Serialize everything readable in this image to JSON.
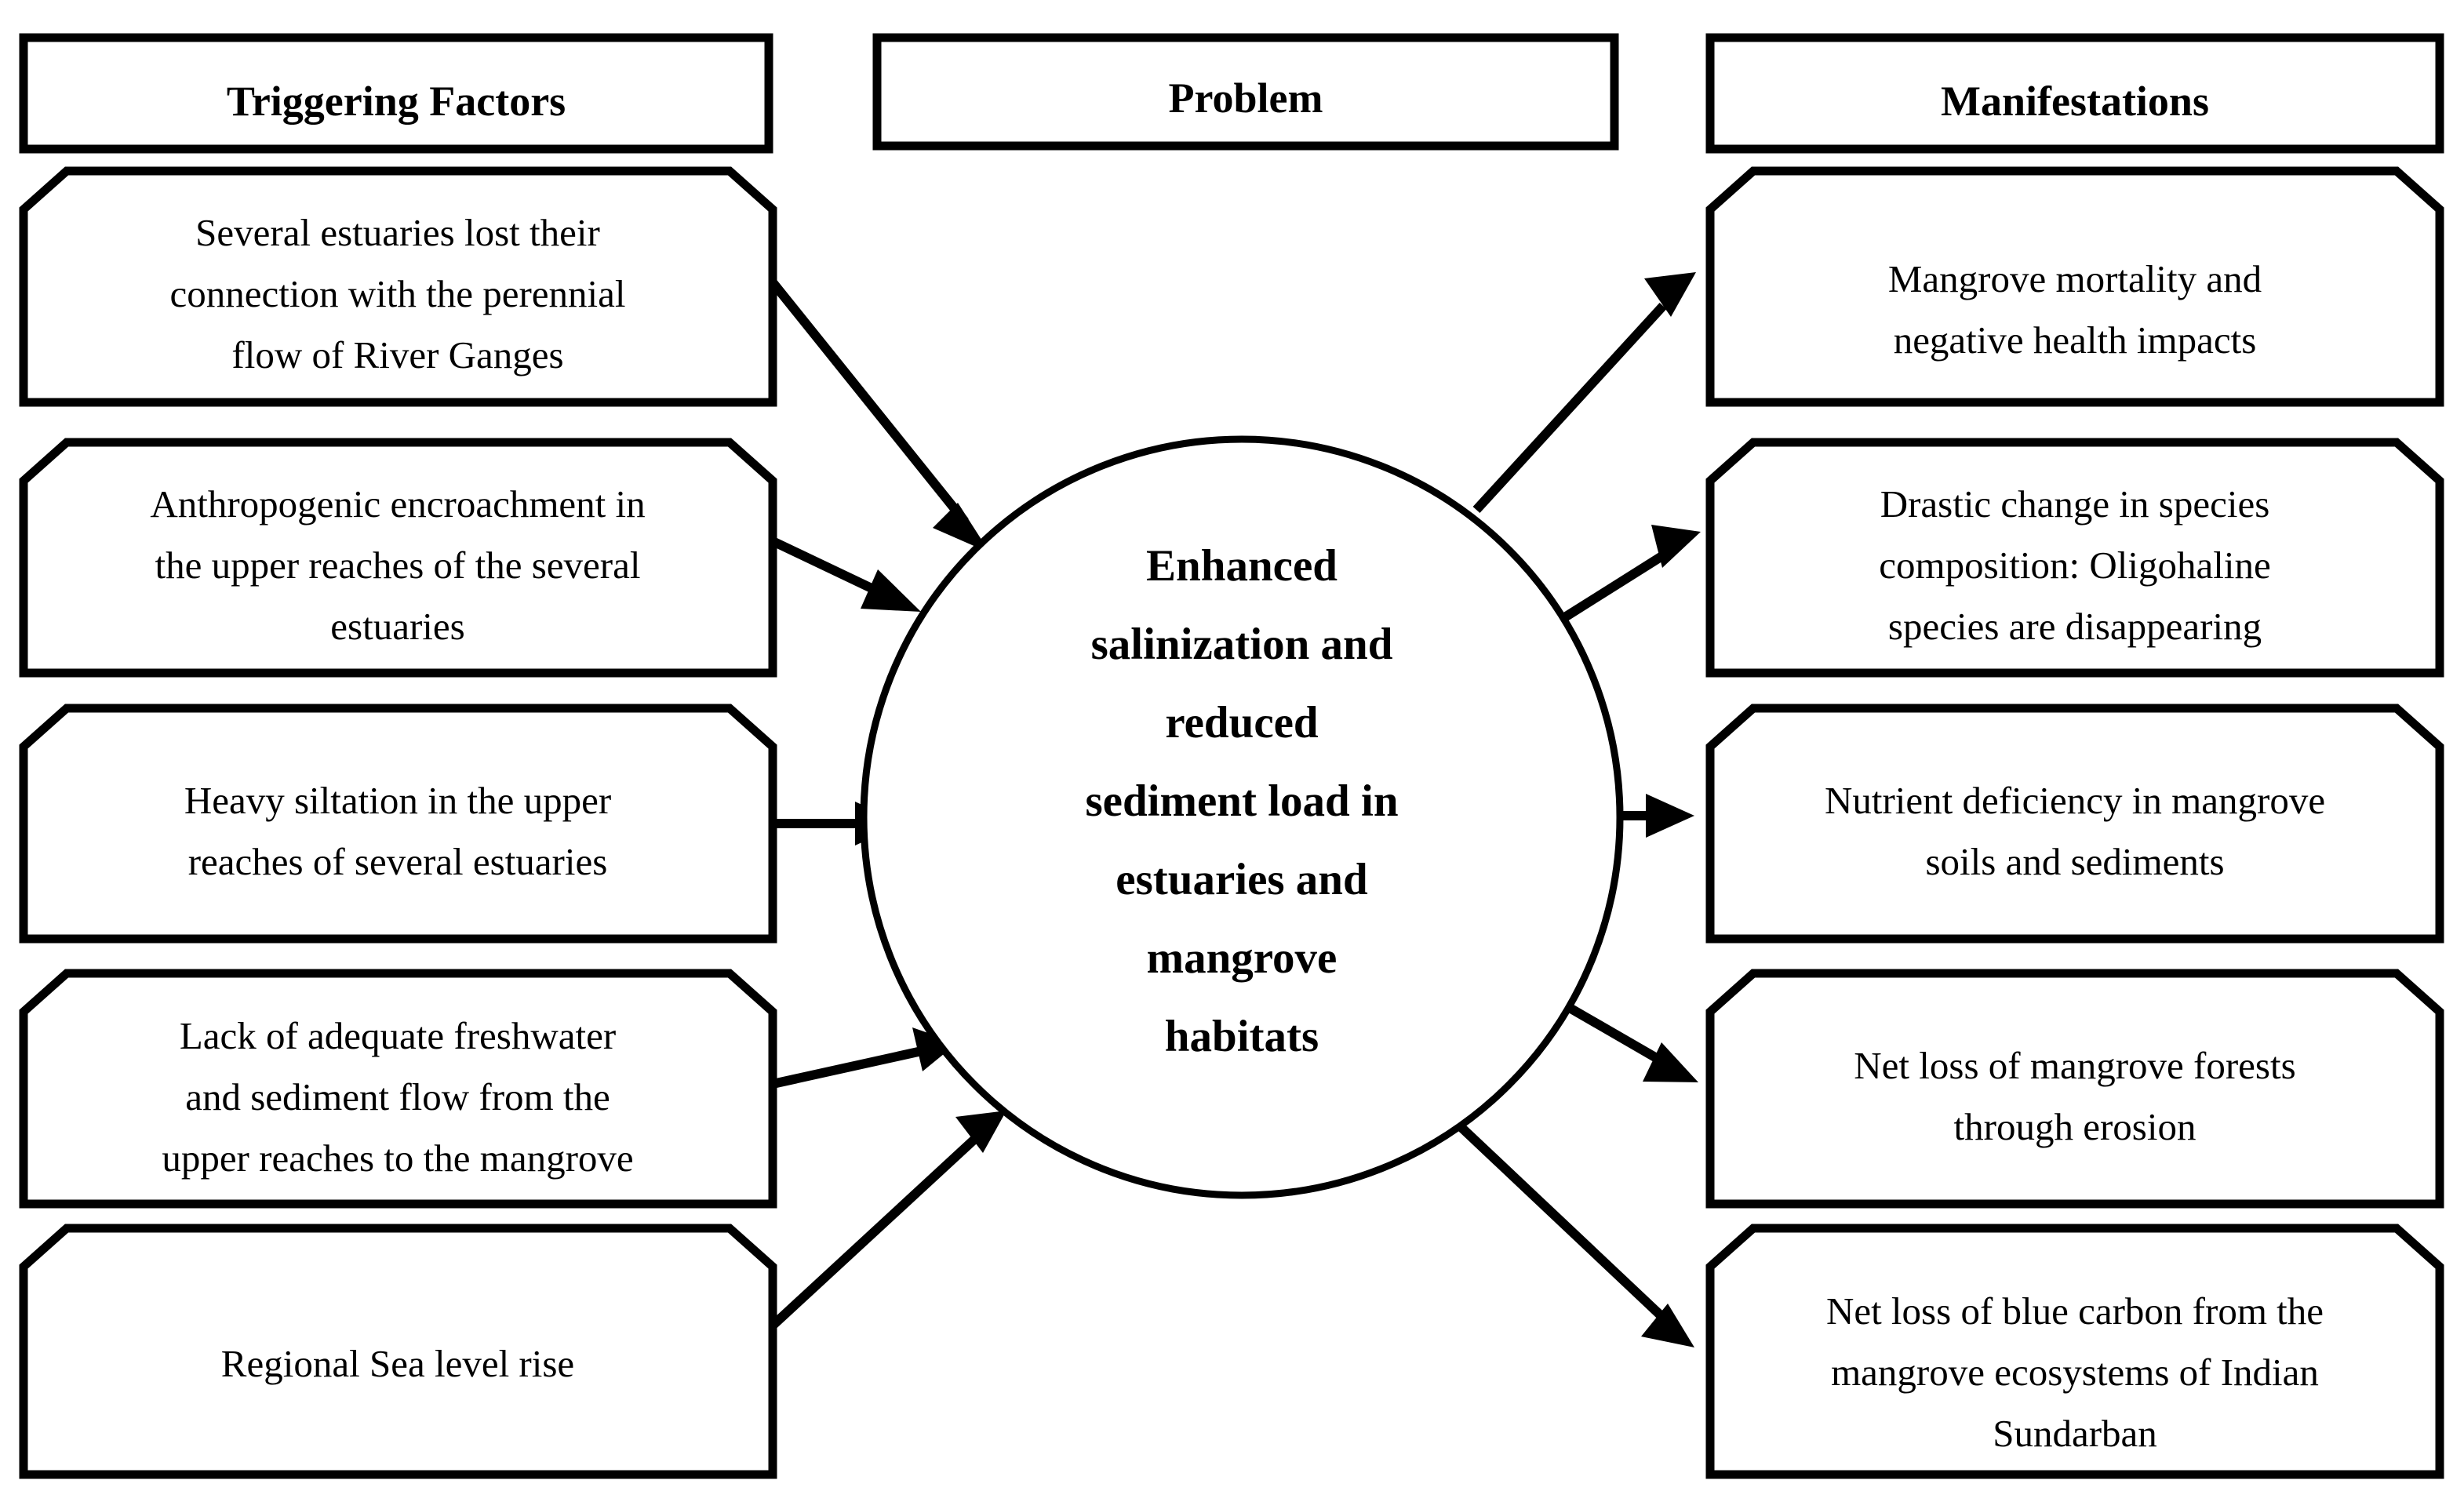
{
  "diagram": {
    "type": "concept-flow-diagram",
    "title": "Triggering factors, problem and manifestations of enhanced salinization in Indian Sundarban",
    "colors": {
      "background": "#ffffff",
      "stroke": "#000000",
      "fill": "#ffffff"
    }
  },
  "columns": {
    "left": {
      "header": "Triggering Factors",
      "items": [
        {
          "lines": [
            "Several estuaries lost their",
            "connection with the perennial",
            "flow of River Ganges"
          ]
        },
        {
          "lines": [
            "Anthropogenic encroachment in",
            "the upper reaches of the several",
            "estuaries"
          ]
        },
        {
          "lines": [
            "Heavy siltation in the upper",
            "reaches of several estuaries"
          ]
        },
        {
          "lines": [
            "Lack of adequate freshwater",
            "and sediment flow from the",
            "upper reaches to the mangrove"
          ]
        },
        {
          "lines": [
            "Regional Sea level rise"
          ]
        }
      ]
    },
    "center": {
      "header": "Problem",
      "node": {
        "lines": [
          "Enhanced",
          "salinization and",
          "reduced",
          "sediment load in",
          "estuaries and",
          "mangrove",
          "habitats"
        ]
      }
    },
    "right": {
      "header": "Manifestations",
      "items": [
        {
          "lines": [
            "Mangrove mortality and",
            "negative health impacts"
          ]
        },
        {
          "lines": [
            "Drastic change in species",
            "composition: Oligohaline",
            "species are disappearing"
          ]
        },
        {
          "lines": [
            "Nutrient deficiency in mangrove",
            "soils and sediments"
          ]
        },
        {
          "lines": [
            "Net loss of mangrove forests",
            "through erosion"
          ]
        },
        {
          "lines": [
            "Net loss of blue carbon from the",
            "mangrove ecosystems of Indian",
            "Sundarban"
          ]
        }
      ]
    }
  },
  "arrows": {
    "inbound_count": 5,
    "outbound_count": 5,
    "direction_in": "left-to-center",
    "direction_out": "center-to-right"
  }
}
